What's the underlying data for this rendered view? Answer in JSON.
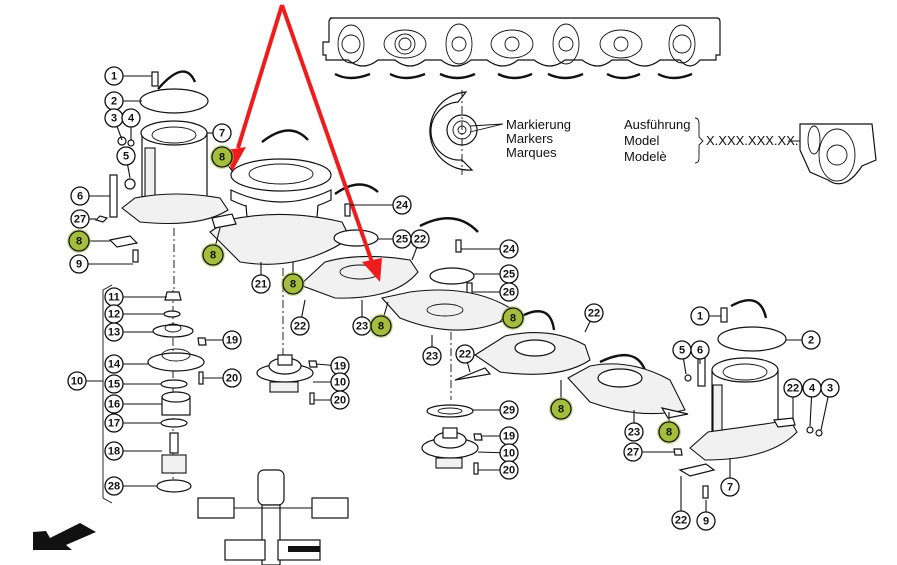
{
  "diagram": {
    "title": "Disc mower cutter bar - exploded parts view",
    "highlight_color": "#a4bd3c",
    "pointer_color": "#ee1c1c",
    "legend_markers": [
      "Markierung",
      "Markers",
      "Marques"
    ],
    "legend_model": [
      "Ausführung",
      "Model",
      "Modelè"
    ],
    "model_code": "X.XXX.XXX.XX.",
    "callouts": [
      {
        "id": "c1a",
        "label": "1",
        "highlight": false
      },
      {
        "id": "c2a",
        "label": "2",
        "highlight": false
      },
      {
        "id": "c3a",
        "label": "3",
        "highlight": false
      },
      {
        "id": "c4a",
        "label": "4",
        "highlight": false
      },
      {
        "id": "c5a",
        "label": "5",
        "highlight": false
      },
      {
        "id": "c6a",
        "label": "6",
        "highlight": false
      },
      {
        "id": "c7a",
        "label": "7",
        "highlight": false
      },
      {
        "id": "c8a",
        "label": "8",
        "highlight": true
      },
      {
        "id": "c27a",
        "label": "27",
        "highlight": false
      },
      {
        "id": "c8b",
        "label": "8",
        "highlight": true
      },
      {
        "id": "c9a",
        "label": "9",
        "highlight": false
      },
      {
        "id": "c11",
        "label": "11",
        "highlight": false
      },
      {
        "id": "c12",
        "label": "12",
        "highlight": false
      },
      {
        "id": "c13",
        "label": "13",
        "highlight": false
      },
      {
        "id": "c14",
        "label": "14",
        "highlight": false
      },
      {
        "id": "c10a",
        "label": "10",
        "highlight": false
      },
      {
        "id": "c15",
        "label": "15",
        "highlight": false
      },
      {
        "id": "c16",
        "label": "16",
        "highlight": false
      },
      {
        "id": "c17",
        "label": "17",
        "highlight": false
      },
      {
        "id": "c18",
        "label": "18",
        "highlight": false
      },
      {
        "id": "c28",
        "label": "28",
        "highlight": false
      },
      {
        "id": "c19a",
        "label": "19",
        "highlight": false
      },
      {
        "id": "c20a",
        "label": "20",
        "highlight": false
      },
      {
        "id": "c8c",
        "label": "8",
        "highlight": true
      },
      {
        "id": "c21",
        "label": "21",
        "highlight": false
      },
      {
        "id": "c8d",
        "label": "8",
        "highlight": true
      },
      {
        "id": "c22a",
        "label": "22",
        "highlight": false
      },
      {
        "id": "c19b",
        "label": "19",
        "highlight": false
      },
      {
        "id": "c10b",
        "label": "10",
        "highlight": false
      },
      {
        "id": "c20b",
        "label": "20",
        "highlight": false
      },
      {
        "id": "c24a",
        "label": "24",
        "highlight": false
      },
      {
        "id": "c25a",
        "label": "25",
        "highlight": false
      },
      {
        "id": "c22b",
        "label": "22",
        "highlight": false
      },
      {
        "id": "c23a",
        "label": "23",
        "highlight": false
      },
      {
        "id": "c8e",
        "label": "8",
        "highlight": true
      },
      {
        "id": "c24b",
        "label": "24",
        "highlight": false
      },
      {
        "id": "c25b",
        "label": "25",
        "highlight": false
      },
      {
        "id": "c26",
        "label": "26",
        "highlight": false
      },
      {
        "id": "c8f",
        "label": "8",
        "highlight": true
      },
      {
        "id": "c22c",
        "label": "22",
        "highlight": false
      },
      {
        "id": "c22d",
        "label": "22",
        "highlight": false
      },
      {
        "id": "c23b",
        "label": "23",
        "highlight": false
      },
      {
        "id": "c29",
        "label": "29",
        "highlight": false
      },
      {
        "id": "c19c",
        "label": "19",
        "highlight": false
      },
      {
        "id": "c10c",
        "label": "10",
        "highlight": false
      },
      {
        "id": "c20c",
        "label": "20",
        "highlight": false
      },
      {
        "id": "c8g",
        "label": "8",
        "highlight": true
      },
      {
        "id": "c23c",
        "label": "23",
        "highlight": false
      },
      {
        "id": "c8h",
        "label": "8",
        "highlight": true
      },
      {
        "id": "c27b",
        "label": "27",
        "highlight": false
      },
      {
        "id": "c1b",
        "label": "1",
        "highlight": false
      },
      {
        "id": "c2b",
        "label": "2",
        "highlight": false
      },
      {
        "id": "c5b",
        "label": "5",
        "highlight": false
      },
      {
        "id": "c6b",
        "label": "6",
        "highlight": false
      },
      {
        "id": "c22e",
        "label": "22",
        "highlight": false
      },
      {
        "id": "c4b",
        "label": "4",
        "highlight": false
      },
      {
        "id": "c3b",
        "label": "3",
        "highlight": false
      },
      {
        "id": "c7b",
        "label": "7",
        "highlight": false
      },
      {
        "id": "c22f",
        "label": "22",
        "highlight": false
      },
      {
        "id": "c9b",
        "label": "9",
        "highlight": false
      }
    ]
  }
}
